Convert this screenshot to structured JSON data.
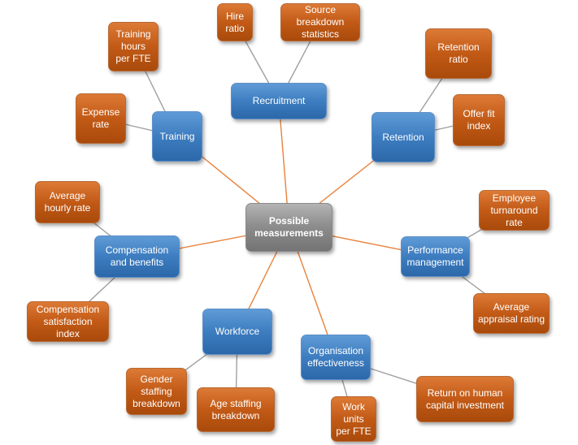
{
  "center": {
    "label": "Possible\nmeasurements"
  },
  "categories": [
    {
      "id": "recruitment",
      "label": "Recruitment",
      "measures": [
        {
          "id": "hire-ratio",
          "label": "Hire\nratio"
        },
        {
          "id": "source-breakdown",
          "label": "Source\nbreakdown\nstatistics"
        }
      ]
    },
    {
      "id": "training",
      "label": "Training",
      "measures": [
        {
          "id": "training-hours",
          "label": "Training\nhours\nper FTE"
        },
        {
          "id": "expense-rate",
          "label": "Expense\nrate"
        }
      ]
    },
    {
      "id": "retention",
      "label": "Retention",
      "measures": [
        {
          "id": "retention-ratio",
          "label": "Retention\nratio"
        },
        {
          "id": "offer-fit-index",
          "label": "Offer fit\nindex"
        }
      ]
    },
    {
      "id": "compensation",
      "label": "Compensation\nand benefits",
      "measures": [
        {
          "id": "average-hourly-rate",
          "label": "Average\nhourly rate"
        },
        {
          "id": "compensation-satisfaction",
          "label": "Compensation\nsatisfaction\nindex"
        }
      ]
    },
    {
      "id": "performance",
      "label": "Performance\nmanagement",
      "measures": [
        {
          "id": "employee-turnaround",
          "label": "Employee\nturnaround\nrate"
        },
        {
          "id": "average-appraisal",
          "label": "Average\nappraisal rating"
        }
      ]
    },
    {
      "id": "workforce",
      "label": "Workforce",
      "measures": [
        {
          "id": "gender-staffing",
          "label": "Gender\nstaffing\nbreakdown"
        },
        {
          "id": "age-staffing",
          "label": "Age staffing\nbreakdown"
        }
      ]
    },
    {
      "id": "org-effectiveness",
      "label": "Organisation\neffectiveness",
      "measures": [
        {
          "id": "work-units",
          "label": "Work\nunits\nper FTE"
        },
        {
          "id": "return-on-human-capital",
          "label": "Return on human\ncapital investment"
        }
      ]
    }
  ],
  "colors": {
    "center": "#8e8e8e",
    "category": "#3d7dc0",
    "measure": "#c25a16",
    "center_link": "#e8823c",
    "measure_link": "#a0a0a0"
  }
}
